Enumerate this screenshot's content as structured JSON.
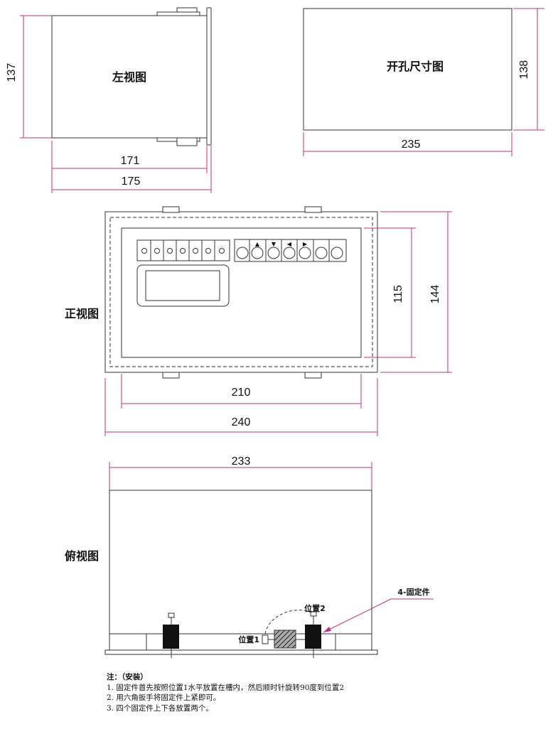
{
  "views": {
    "left": "左视图",
    "cutout": "开孔尺寸图",
    "front": "正视图",
    "top": "俯视图"
  },
  "dimensions": {
    "left_height": "137",
    "left_inner_width": "171",
    "left_outer_width": "175",
    "cutout_height": "138",
    "cutout_width": "235",
    "front_inner_height": "115",
    "front_outer_height": "144",
    "front_inner_width": "210",
    "front_outer_width": "240",
    "top_width": "233"
  },
  "top_view": {
    "fixing_label": "4-固定件",
    "position1": "位置1",
    "position2": "位置2"
  },
  "keypad": {
    "arrows": [
      "▲",
      "▼",
      "◀",
      "▶"
    ]
  },
  "notes": {
    "title": "注：（安装）",
    "lines": [
      "1. 固定件首先按照位置1水平放置在槽内，然后顺时针旋转90度到位置2",
      "2. 用六角扳手将固定件上紧即可。",
      "3. 四个固定件上下各放置两个。"
    ]
  }
}
